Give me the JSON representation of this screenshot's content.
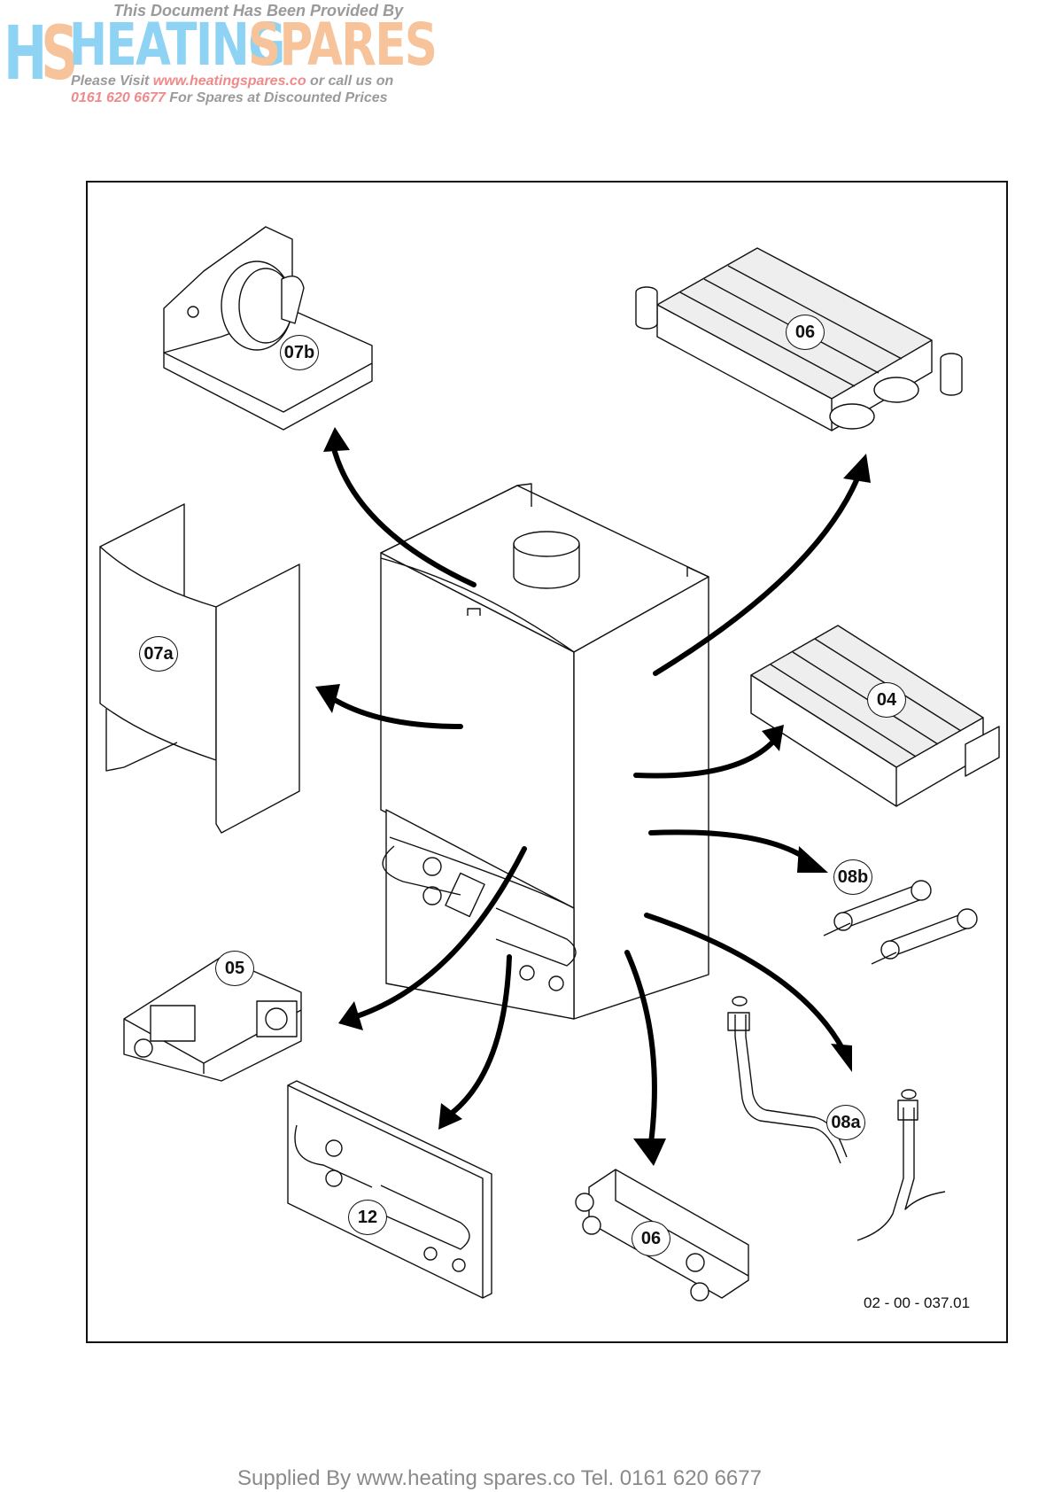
{
  "banner": {
    "provided_by": "This Document Has Been Provided By",
    "logo_heating": "HEATING",
    "logo_spares": "SPARES",
    "visit_prefix": "Please Visit ",
    "visit_url": "www.heatingspares.co",
    "visit_suffix": " or call us on",
    "phone": "0161 620 6677",
    "phone_suffix": " For Spares at Discounted Prices",
    "colors": {
      "blue": "#8fd3f4",
      "orange": "#f7c39a",
      "red": "#f08a8a",
      "grey": "#9a9a9a"
    }
  },
  "diagram": {
    "parts": [
      {
        "id": "fan",
        "label": "07b"
      },
      {
        "id": "primary-heat-exchanger",
        "label": "06"
      },
      {
        "id": "casing",
        "label": "07a"
      },
      {
        "id": "burner",
        "label": "04"
      },
      {
        "id": "valves",
        "label": "08b"
      },
      {
        "id": "gas-valve",
        "label": "05"
      },
      {
        "id": "control-panel",
        "label": "12"
      },
      {
        "id": "plate-heat-exchanger",
        "label": "06"
      },
      {
        "id": "pipes",
        "label": "08a"
      }
    ],
    "reference": "02 - 00 - 037.01"
  },
  "footer": {
    "text": "Supplied By www.heating spares.co  Tel. 0161 620 6677"
  }
}
